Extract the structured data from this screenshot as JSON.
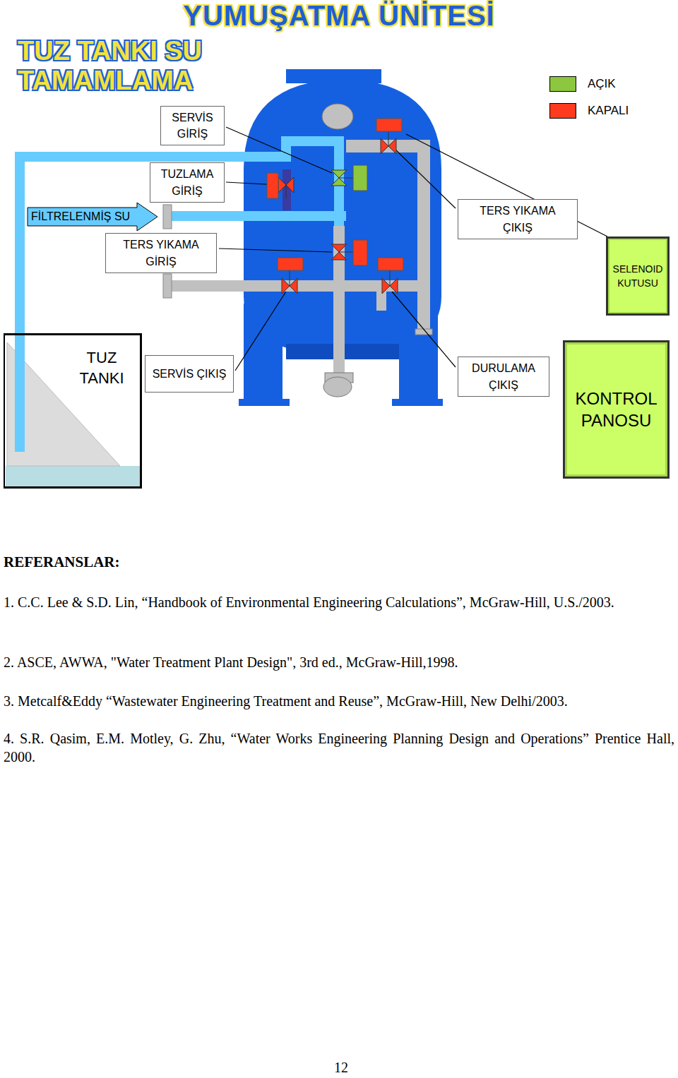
{
  "diagram": {
    "title": "YUMUŞATMA ÜNİTESİ",
    "nodes": [
      {
        "text": [
          "SERVİS GİRİŞ"
        ]
      },
      {
        "text": [
          "TUZLAMA GİRİŞ"
        ]
      },
      {
        "text": [
          "FİLTRELENMİŞ SU"
        ]
      },
      {
        "text": [
          "TERS YIKAMA ÇIKIŞ"
        ]
      },
      {
        "text": [
          "TERS YIKAMA GİRİŞ"
        ]
      },
      {
        "text": [
          "SELENOID KUTUSU"
        ]
      },
      {
        "text": [
          "TUZ TANKI"
        ]
      },
      {
        "text": [
          "SERVİS ÇIKIŞ"
        ]
      },
      {
        "text": [
          "DURULAMA ÇIKIŞ"
        ]
      },
      {
        "text": [
          "KONTROL PANOSU"
        ]
      }
    ],
    "labels": [
      "TUZ TANKI SU TAMAMLAMA",
      "REFERANSLAR:",
      "1. C.C. Lee & S.D. Lin, “Handbook of Environmental Engineering Calculations”, McGraw-Hill, U.S./2003.",
      "2. ASCE, AWWA, \"Water Treatment Plant Design\", 3rd ed., McGraw-Hill,1998.",
      "3. Metcalf&Eddy “Wastewater Engineering Treatment and Reuse”, McGraw-Hill, New Delhi/2003.",
      "4. S.R. Qasim, E.M. Motley, G. Zhu, “Water Works Engineering Planning Design and Operations” Prentice Hall, 2000.",
      "12"
    ],
    "legend": [
      {
        "text": "AÇIK",
        "color": "#8dc63f"
      },
      {
        "text": "KAPALI",
        "color": "#ff3b1f"
      }
    ]
  }
}
